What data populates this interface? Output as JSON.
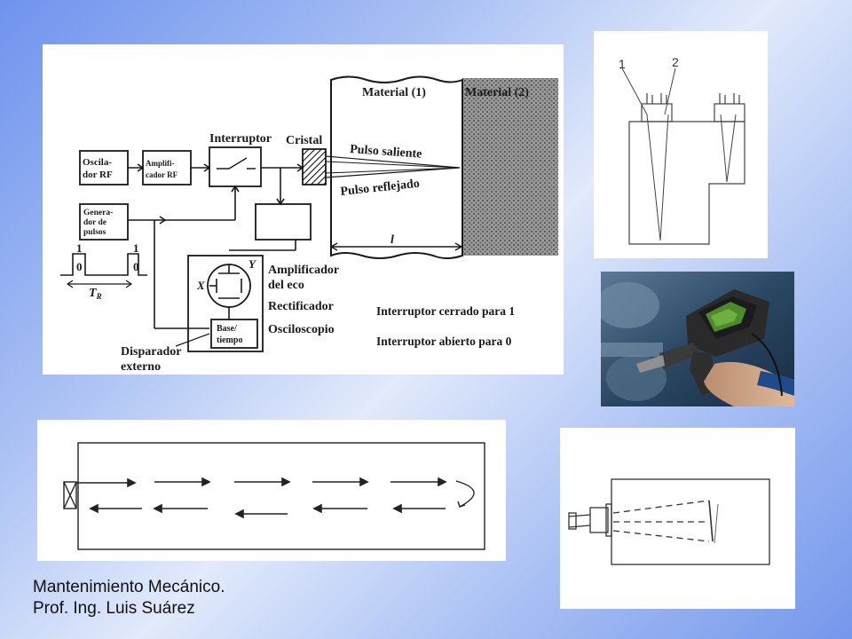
{
  "diagram": {
    "osc_l1": "Oscila-",
    "osc_l2": "dor RF",
    "amp_l1": "Amplifi-",
    "amp_l2": "cador RF",
    "gen_l1": "Genera-",
    "gen_l2": "dor de",
    "gen_l3": "pulsos",
    "interruptor": "Interruptor",
    "cristal": "Cristal",
    "material1": "Material (1)",
    "material2": "Material (2)",
    "pulso_saliente": "Pulso saliente",
    "pulso_reflejado": "Pulso reflejado",
    "thickness_label": "l",
    "amplificador": "Amplificador",
    "del_eco": "del eco",
    "rectificador": "Rectificador",
    "osciloscopio": "Osciloscopio",
    "base_l1": "Base/",
    "base_l2": "tiempo",
    "disparador": "Disparador",
    "externo": "externo",
    "axis_x": "X",
    "axis_y": "Y",
    "pulse_one_a": "1",
    "pulse_zero_a": "0",
    "pulse_one_b": "1",
    "pulse_zero_b": "0",
    "period_t": "T",
    "period_sub": "R",
    "legend_closed": "Interruptor cerrado para 1",
    "legend_open": "Interruptor abierto para 0"
  },
  "sketch": {
    "label1": "1",
    "label2": "2"
  },
  "footer": {
    "line1": "Mantenimiento Mecánico.",
    "line2": "Prof. Ing. Luis Suárez"
  },
  "colors": {
    "ink": "#1a1a1a",
    "background_start": "#6f93ee",
    "background_mid": "#e2eafb"
  }
}
